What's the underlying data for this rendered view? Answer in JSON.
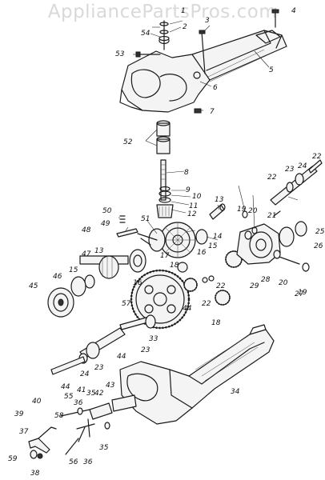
{
  "watermark": "AppliancePartsPros.com",
  "callouts": {
    "c1": "1",
    "c2": "2",
    "c3": "3",
    "c4": "4",
    "c5": "5",
    "c6": "6",
    "c7": "7",
    "c8": "8",
    "c9": "9",
    "c10": "10",
    "c11": "11",
    "c12": "12",
    "c13a": "13",
    "c13b": "13",
    "c14": "14",
    "c15a": "15",
    "c15b": "15",
    "c16a": "16",
    "c16b": "16",
    "c17": "17",
    "c18a": "18",
    "c18b": "18",
    "c19a": "19",
    "c19b": "19",
    "c20a": "20",
    "c20b": "20",
    "c21": "21",
    "c22a": "22",
    "c22b": "22",
    "c22c": "22",
    "c22d": "22",
    "c23a": "23",
    "c23b": "23",
    "c23c": "23",
    "c24a": "24",
    "c24b": "24",
    "c25": "25",
    "c26": "26",
    "c27": "27",
    "c28": "28",
    "c29": "29",
    "c33": "33",
    "c34": "34",
    "c35a": "35",
    "c35b": "35",
    "c36a": "36",
    "c36b": "36",
    "c37": "37",
    "c38": "38",
    "c39": "39",
    "c40": "40",
    "c41": "41",
    "c42": "42",
    "c43": "43",
    "c44a": "44",
    "c44b": "44",
    "c44c": "44",
    "c45": "45",
    "c46": "46",
    "c47": "47",
    "c48": "48",
    "c49": "49",
    "c50": "50",
    "c51": "51",
    "c52": "52",
    "c53": "53",
    "c54": "54",
    "c55": "55",
    "c56": "56",
    "c57": "57",
    "c58": "58",
    "c59": "59"
  }
}
